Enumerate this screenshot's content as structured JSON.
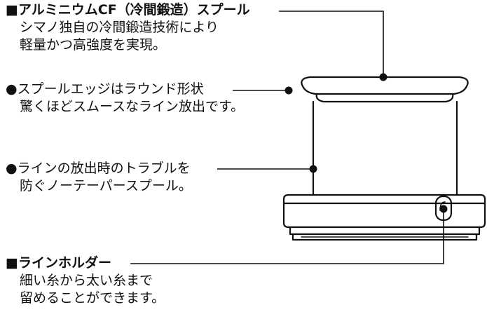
{
  "callouts": [
    {
      "title": "■アルミニウムCF（冷間鍛造）スプール",
      "title_bold": true,
      "lines": [
        "シマノ独自の冷間鍛造技術により",
        "軽量かつ高強度を実現。"
      ]
    },
    {
      "title": "●スプールエッジはラウンド形状",
      "title_bold": false,
      "lines": [
        "驚くほどスムースなライン放出です。"
      ]
    },
    {
      "title": "●ラインの放出時のトラブルを",
      "title_bold": false,
      "lines": [
        "防ぐノーテーパースプール。"
      ]
    },
    {
      "title": "■ラインホルダー",
      "title_bold": true,
      "lines": [
        "細い糸から太い糸まで",
        "留めることができます。"
      ]
    }
  ],
  "colors": {
    "line": "#111111",
    "background": "#ffffff"
  },
  "icons": [
    "bullet-square",
    "bullet-circle",
    "leader-dot"
  ]
}
